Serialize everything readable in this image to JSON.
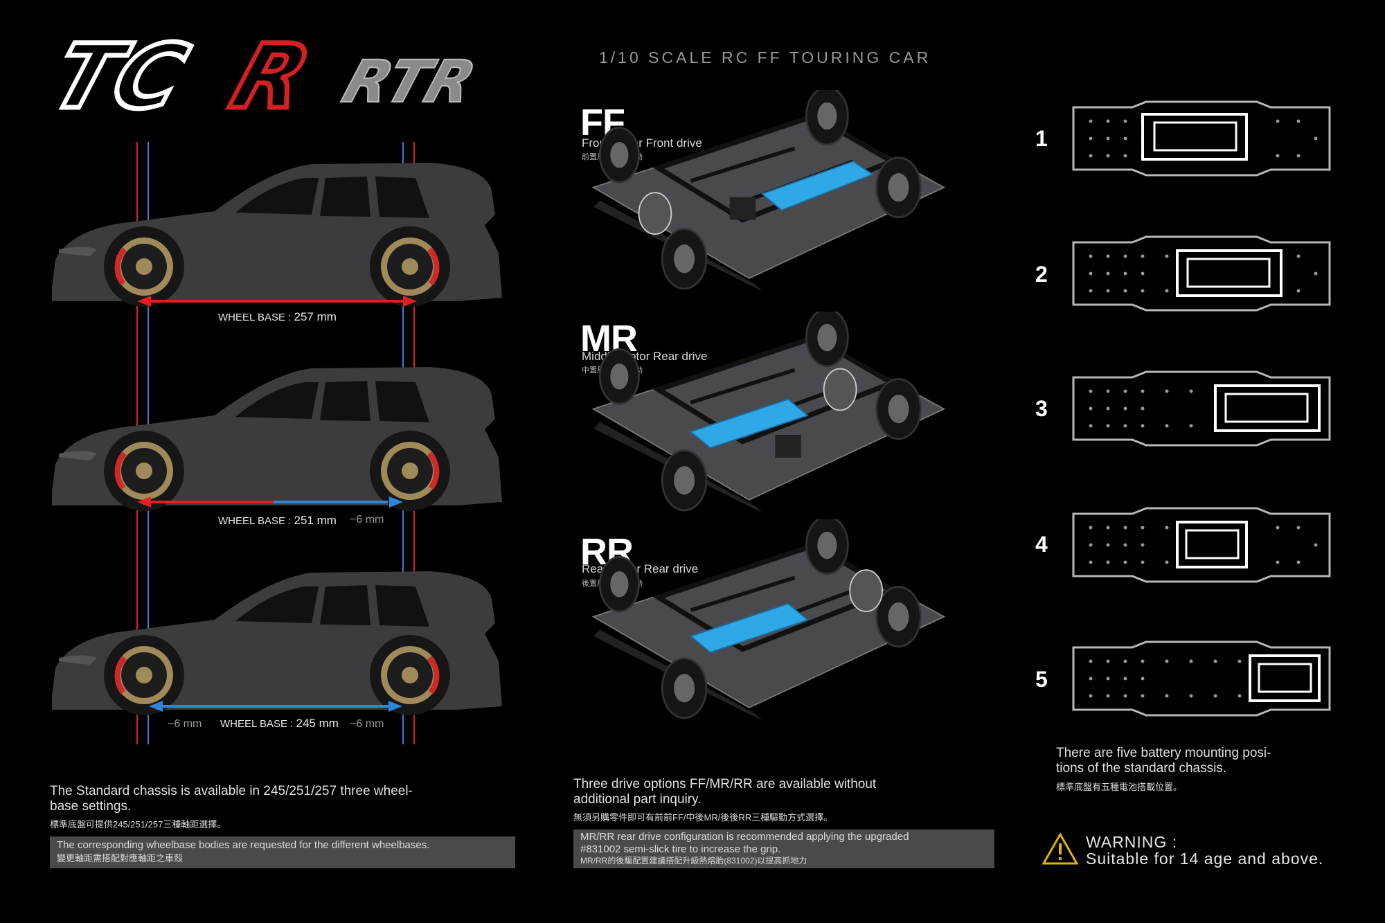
{
  "header": {
    "logo_part1": "TC",
    "logo_part2": "R",
    "logo_part3": "RTR",
    "subtitle": "1/10 SCALE RC FF TOURING CAR"
  },
  "wheelbase": {
    "label": "WHEEL BASE : ",
    "cars": [
      {
        "value": "257 mm",
        "offset_left": "",
        "offset_right": ""
      },
      {
        "value": "251 mm",
        "offset_left": "",
        "offset_right": "−6 mm"
      },
      {
        "value": "245 mm",
        "offset_left": "−6 mm",
        "offset_right": "−6 mm"
      }
    ]
  },
  "drives": [
    {
      "code": "FF",
      "name": "Front motor Front drive",
      "cn": "前置馬達前輪驅動"
    },
    {
      "code": "MR",
      "name": "Middle motor Rear drive",
      "cn": "中置馬達後輪驅動"
    },
    {
      "code": "RR",
      "name": "Rear motor Rear drive",
      "cn": "後置馬達後輪驅動"
    }
  ],
  "positions": [
    "1",
    "2",
    "3",
    "4",
    "5"
  ],
  "notes": {
    "left_line1": "The Standard chassis is available in 245/251/257 three wheel-",
    "left_line2": "base settings.",
    "left_cn": "標準底盤可提供245/251/257三種軸距選擇。",
    "left_box_en": "The corresponding wheelbase bodies are requested for the different wheelbases.",
    "left_box_cn": "變更軸距需搭配對應軸距之車殼",
    "mid_line1": "Three drive options FF/MR/RR are available without",
    "mid_line2": "additional part inquiry.",
    "mid_cn": "無須另購零件即可有前前FF/中後MR/後後RR三種驅動方式選擇。",
    "mid_box_line1": "MR/RR rear drive configuration is recommended applying the upgraded",
    "mid_box_line2": "#831002 semi-slick tire to increase the grip.",
    "mid_box_cn": "MR/RR的後驅配置建議搭配升級熱熔胎(831002)以提高抓地力",
    "right_line1": "There are five battery mounting posi-",
    "right_line2": "tions of the standard chassis.",
    "right_cn": "標準底盤有五種電池搭載位置。"
  },
  "warning": {
    "title": "WARNING :",
    "text": "Suitable for 14 age and above."
  },
  "colors": {
    "red": "#e02020",
    "blue": "#2f86d6",
    "battery": "#2fa8e8",
    "body": "#3c3c3f"
  }
}
